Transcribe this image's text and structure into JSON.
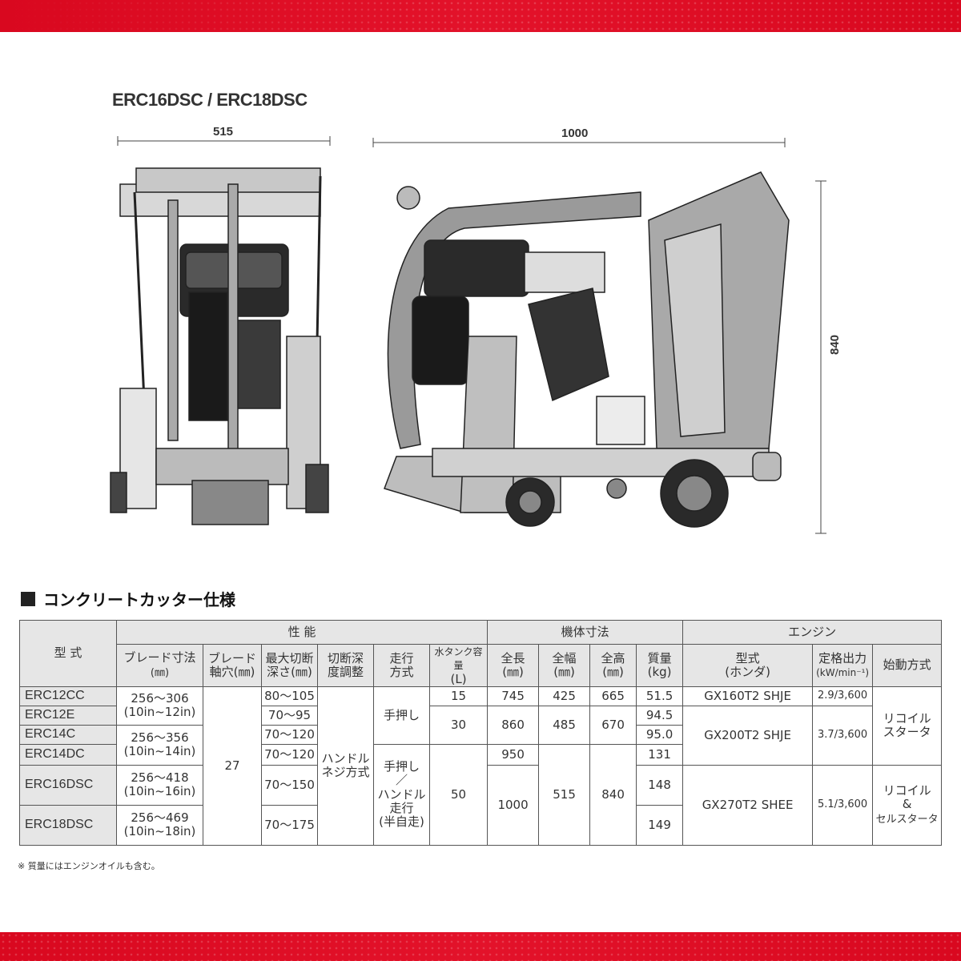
{
  "drawing": {
    "title": "ERC16DSC / ERC18DSC",
    "dim_front_width": "515",
    "dim_side_length": "1000",
    "dim_height": "840"
  },
  "section": {
    "title": "コンクリートカッター仕様"
  },
  "headers": {
    "model": "型 式",
    "performance": "性 能",
    "body_dims": "機体寸法",
    "engine": "エンジン",
    "blade_size": "ブレード寸法",
    "blade_size_unit": "(㎜)",
    "arbor": "ブレード",
    "arbor2": "軸穴(㎜)",
    "max_depth": "最大切断",
    "max_depth2": "深さ(㎜)",
    "depth_adj": "切断深",
    "depth_adj2": "度調整",
    "travel": "走行",
    "travel2": "方式",
    "tank": "水タンク容量",
    "tank2": "(L)",
    "length": "全長",
    "length2": "(㎜)",
    "width": "全幅",
    "width2": "(㎜)",
    "height": "全高",
    "height2": "(㎜)",
    "weight": "質量",
    "weight2": "(kg)",
    "engine_model": "型式",
    "engine_model2": "(ホンダ)",
    "rated_output": "定格出力",
    "rated_output2": "(kW/min⁻¹)",
    "start": "始動方式"
  },
  "rows": {
    "m1": "ERC12CC",
    "m2": "ERC12E",
    "m3": "ERC14C",
    "m4": "ERC14DC",
    "m5": "ERC16DSC",
    "m6": "ERC18DSC",
    "blade_a": "256～306",
    "blade_a2": "(10in~12in)",
    "blade_b": "256～356",
    "blade_b2": "(10in~14in)",
    "blade_c": "256～418",
    "blade_c2": "(10in~16in)",
    "blade_d": "256～469",
    "blade_d2": "(10in~18in)",
    "arbor": "27",
    "depth1": "80～105",
    "depth2": "70～95",
    "depth3": "70～120",
    "depth4": "70～120",
    "depth5": "70～150",
    "depth6": "70～175",
    "adj": "ハンドル",
    "adj2": "ネジ方式",
    "travel_a": "手押し",
    "travel_b1": "手押し",
    "travel_b2": "／",
    "travel_b3": "ハンドル",
    "travel_b4": "走行",
    "travel_b5": "(半自走)",
    "tank1": "15",
    "tank2": "30",
    "tank3": "50",
    "len1": "745",
    "len2": "860",
    "len3": "950",
    "len4": "1000",
    "wid1": "425",
    "wid2": "485",
    "wid3": "515",
    "hei1": "665",
    "hei2": "670",
    "hei3": "840",
    "wt1": "51.5",
    "wt2": "94.5",
    "wt3": "95.0",
    "wt4": "131",
    "wt5": "148",
    "wt6": "149",
    "eng1": "GX160T2 SHJE",
    "eng2": "GX200T2 SHJE",
    "eng3": "GX270T2 SHEE",
    "out1": "2.9/3,600",
    "out2": "3.7/3,600",
    "out3": "5.1/3,600",
    "start1": "リコイル",
    "start1b": "スタータ",
    "start2": "リコイル",
    "start2b": "&",
    "start2c": "セルスタータ"
  },
  "footnote": "※ 質量にはエンジンオイルも含む。"
}
